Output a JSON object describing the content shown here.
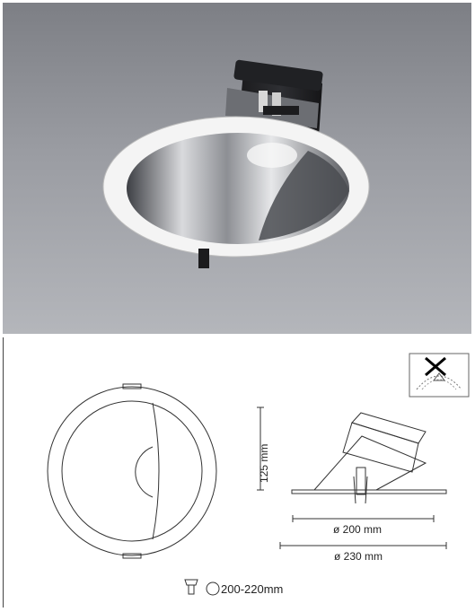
{
  "dimensions": {
    "height": "125 mm",
    "inner_diameter": "ø 200 mm",
    "outer_diameter": "ø 230 mm"
  },
  "cutout": {
    "icon": "ceiling-cutout-icon",
    "circle_icon": "circle-icon",
    "label": "200-220mm"
  },
  "icons": {
    "insulation": "no-insulation-cover-icon"
  },
  "colors": {
    "photo_bg": "#9a9ca2",
    "line": "#333333"
  }
}
